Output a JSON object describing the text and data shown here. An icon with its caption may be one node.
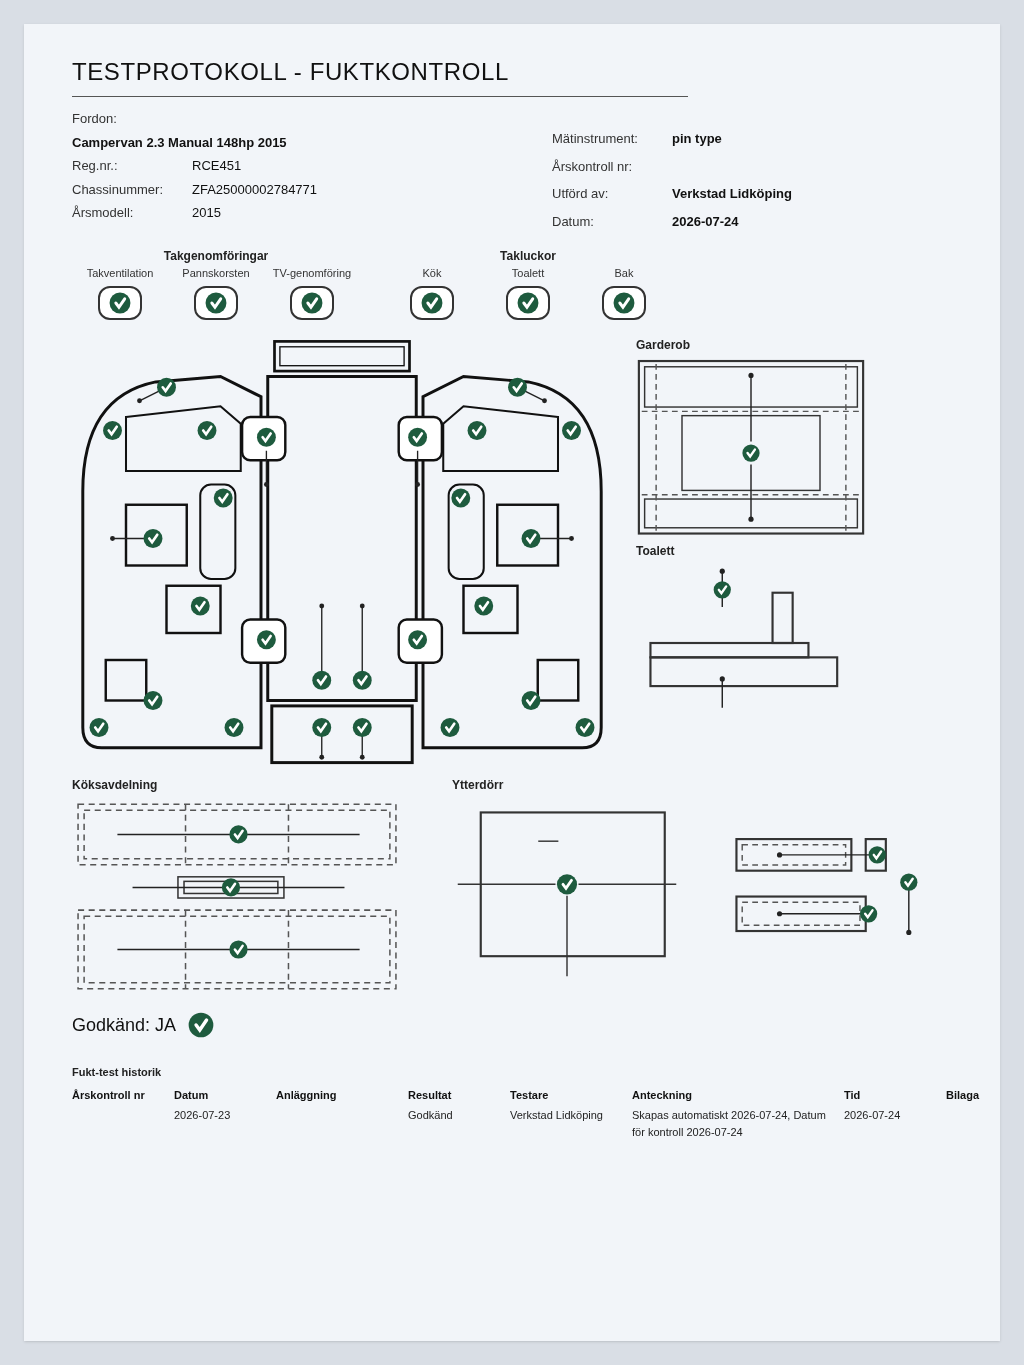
{
  "diagram": {
    "title": "TESTPROTOKOLL - FUKTKONTROLL",
    "nodes": [
      {
        "text": [
          "Takventilation"
        ]
      },
      {
        "text": [
          "Pannskorsten"
        ]
      },
      {
        "text": [
          "TV-genomföring"
        ]
      },
      {
        "text": [
          "Kök"
        ]
      },
      {
        "text": [
          "Toalett"
        ]
      },
      {
        "text": [
          "Bak"
        ]
      }
    ],
    "labels": [
      "Fordon:",
      "Campervan 2.3 Manual 148hp 2015",
      "Reg.nr.:",
      "RCE451",
      "Chassinummer:",
      "ZFA25000002784771",
      "Årsmodell:",
      "2015",
      "Mätinstrument:",
      "pin type",
      "Årskontroll nr:",
      "Utförd av:",
      "Verkstad Lidköping",
      "Datum:",
      "2026-07-24",
      "Takgenomföringar",
      "Takluckor",
      "Garderob",
      "Toalett",
      "Ytterdörr",
      "Köksavdelning",
      "Godkänd: JA",
      "Fukt-test historik",
      "Årskontroll nr",
      "Datum",
      "Anläggning",
      "Resultat",
      "Testare",
      "Anteckning",
      "Tid",
      "Bilaga",
      "2026-07-23",
      "Godkänd",
      "Verkstad Lidköping",
      "Skapas automatiskt 2026-07-24, Datum för kontroll 2026-07-24",
      "2026-07-24"
    ]
  }
}
